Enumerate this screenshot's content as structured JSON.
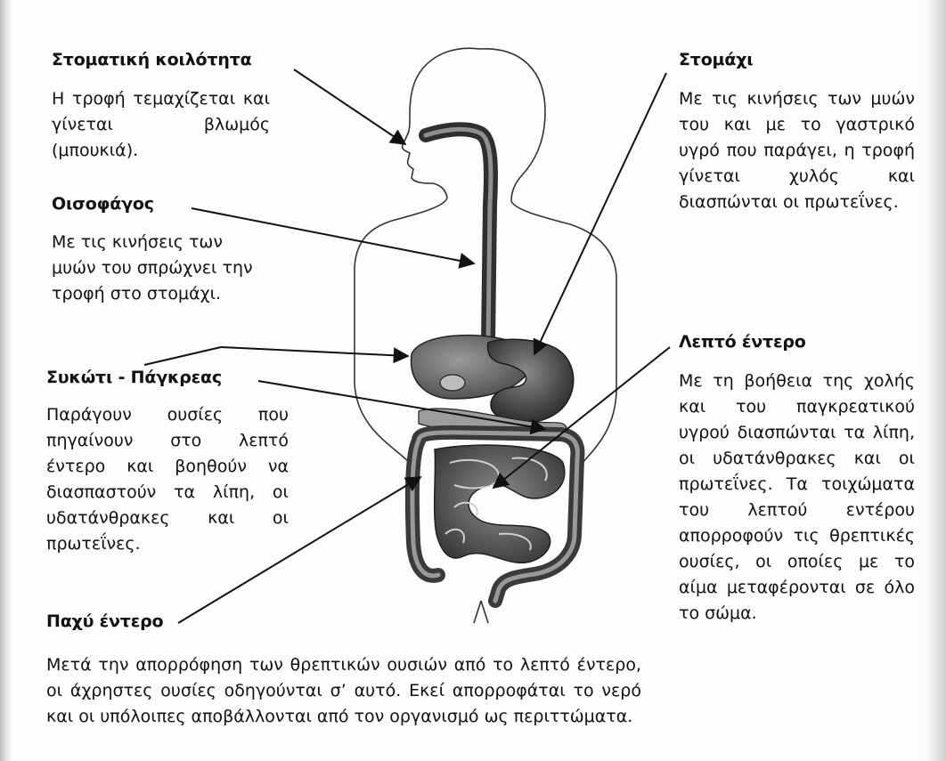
{
  "sections": {
    "mouth": {
      "title": "Στοματική κοιλότητα",
      "text": "Η τροφή τεμαχίζεται και γίνεται βλωμός (μπουκιά)."
    },
    "esophagus": {
      "title": "Οισοφάγος",
      "text": "Με τις κινήσεις των μυών του σπρώχνει την τροφή στο στομάχι."
    },
    "liver_pancreas": {
      "title": "Συκώτι - Πάγκρεας",
      "text": "Παράγουν ουσίες που πηγαίνουν στο λεπτό έντερο και βοηθούν να διασπαστούν τα λίπη, οι υδατάνθρακες και οι πρωτεΐνες."
    },
    "large_intestine": {
      "title": "Παχύ έντερο",
      "text": "Μετά την απορρόφηση των θρεπτικών ουσιών από το λεπτό έντερο, οι άχρηστες ουσίες οδηγούνται σ’ αυτό. Εκεί απορροφάται το νερό και οι υπόλοιπες αποβάλλονται από τον οργανισμό ως περιττώματα."
    },
    "stomach": {
      "title": "Στομάχι",
      "text": "Με τις κινήσεις των μυών του και με το γαστρικό υγρό που παράγει, η τροφή γίνεται χυλός και διασπώνται οι πρωτεΐνες."
    },
    "small_intestine": {
      "title": "Λεπτό έντερο",
      "text": "Με τη βοήθεια της χολής και του παγκρεατικού υγρού διασπώνται τα λίπη, οι υδατάνθρακες και οι πρωτεΐνες. Τα τοιχώματα του λεπτού εντέρου απορροφούν τις θρεπτικές ουσίες, οι οποίες με το αίμα μεταφέρονται σε όλο το σώμα."
    }
  },
  "colors": {
    "ink": "#111111",
    "organ_dark": "#3a3a3a",
    "organ_mid": "#6e6e6e",
    "organ_light": "#a9a9a9",
    "paper": "#fdfdfc"
  }
}
